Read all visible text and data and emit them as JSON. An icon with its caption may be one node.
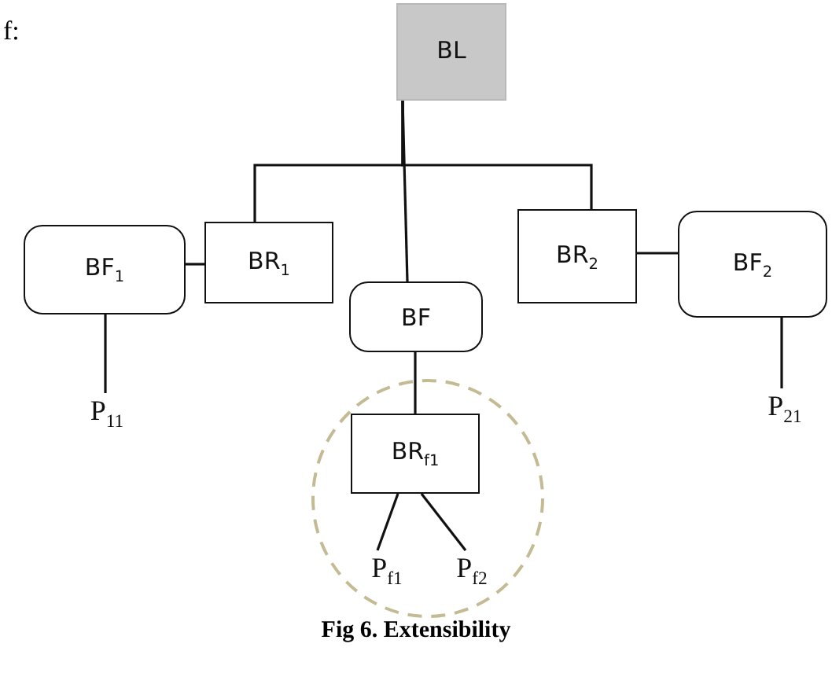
{
  "diagram": {
    "caption": "Fig 6. Extensibility",
    "nodes": [
      {
        "text": [
          "BL"
        ]
      },
      {
        "text": [
          "BF$_{1}$"
        ]
      },
      {
        "text": [
          "BR$_{1}$"
        ]
      },
      {
        "text": [
          "BF"
        ]
      },
      {
        "text": [
          "BR$_{2}$"
        ]
      },
      {
        "text": [
          "BF$_{2}$"
        ]
      },
      {
        "text": [
          "P$_{11}$"
        ]
      },
      {
        "text": [
          "BR$_{f1}$"
        ]
      },
      {
        "text": [
          "P$_{f1}$"
        ]
      },
      {
        "text": [
          "P$_{f2}$"
        ]
      },
      {
        "text": [
          "P$_{21}$"
        ]
      }
    ],
    "edges": [
      {
        "from": 0,
        "to": 2,
        "arrow": "none"
      },
      {
        "from": 0,
        "to": 4,
        "arrow": "none"
      },
      {
        "from": 0,
        "to": 3,
        "arrow": "none"
      },
      {
        "from": 1,
        "to": 2,
        "arrow": "none"
      },
      {
        "from": 4,
        "to": 5,
        "arrow": "none"
      },
      {
        "from": 1,
        "to": 6,
        "arrow": "none"
      },
      {
        "from": 3,
        "to": 7,
        "arrow": "none"
      },
      {
        "from": 7,
        "to": 8,
        "arrow": "none"
      },
      {
        "from": 7,
        "to": 9,
        "arrow": "none"
      },
      {
        "from": 5,
        "to": 10,
        "arrow": "none"
      }
    ],
    "labels": [
      "f:"
    ]
  }
}
